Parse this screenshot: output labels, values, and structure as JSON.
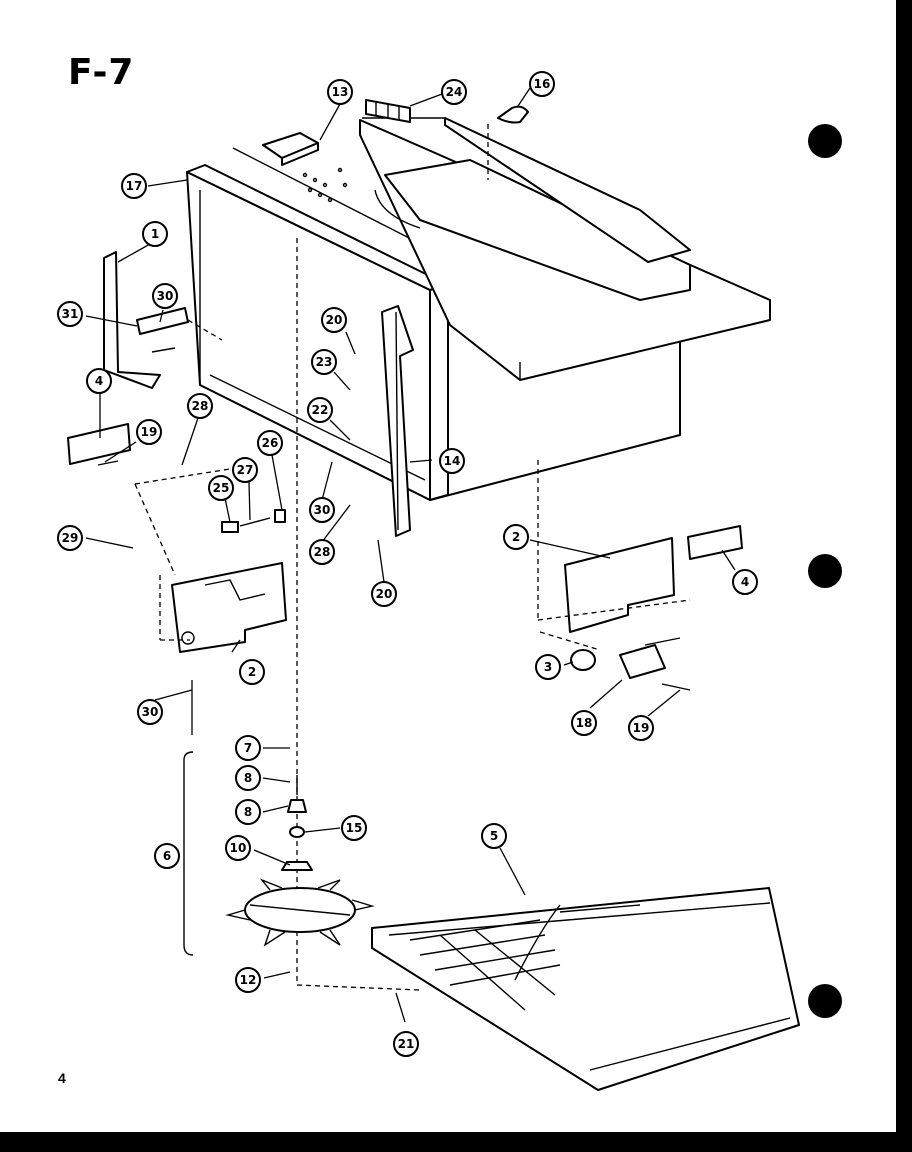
{
  "figure": {
    "id": "F-7",
    "page_number": "4"
  },
  "callouts": [
    {
      "key": "c13",
      "label": "13"
    },
    {
      "key": "c24",
      "label": "24"
    },
    {
      "key": "c16",
      "label": "16"
    },
    {
      "key": "c17",
      "label": "17"
    },
    {
      "key": "c1",
      "label": "1"
    },
    {
      "key": "c30a",
      "label": "30"
    },
    {
      "key": "c31",
      "label": "31"
    },
    {
      "key": "c20a",
      "label": "20"
    },
    {
      "key": "c23",
      "label": "23"
    },
    {
      "key": "c4a",
      "label": "4"
    },
    {
      "key": "c19a",
      "label": "19"
    },
    {
      "key": "c28a",
      "label": "28"
    },
    {
      "key": "c22",
      "label": "22"
    },
    {
      "key": "c26",
      "label": "26"
    },
    {
      "key": "c14",
      "label": "14"
    },
    {
      "key": "c27",
      "label": "27"
    },
    {
      "key": "c25",
      "label": "25"
    },
    {
      "key": "c30b",
      "label": "30"
    },
    {
      "key": "c29",
      "label": "29"
    },
    {
      "key": "c28b",
      "label": "28"
    },
    {
      "key": "c20b",
      "label": "20"
    },
    {
      "key": "c2a",
      "label": "2"
    },
    {
      "key": "c2b",
      "label": "2"
    },
    {
      "key": "c4b",
      "label": "4"
    },
    {
      "key": "c30c",
      "label": "30"
    },
    {
      "key": "c3",
      "label": "3"
    },
    {
      "key": "c18",
      "label": "18"
    },
    {
      "key": "c19b",
      "label": "19"
    },
    {
      "key": "c7",
      "label": "7"
    },
    {
      "key": "c8a",
      "label": "8"
    },
    {
      "key": "c8b",
      "label": "8"
    },
    {
      "key": "c15",
      "label": "15"
    },
    {
      "key": "c5",
      "label": "5"
    },
    {
      "key": "c10",
      "label": "10"
    },
    {
      "key": "c6",
      "label": "6"
    },
    {
      "key": "c12",
      "label": "12"
    },
    {
      "key": "c21",
      "label": "21"
    }
  ]
}
